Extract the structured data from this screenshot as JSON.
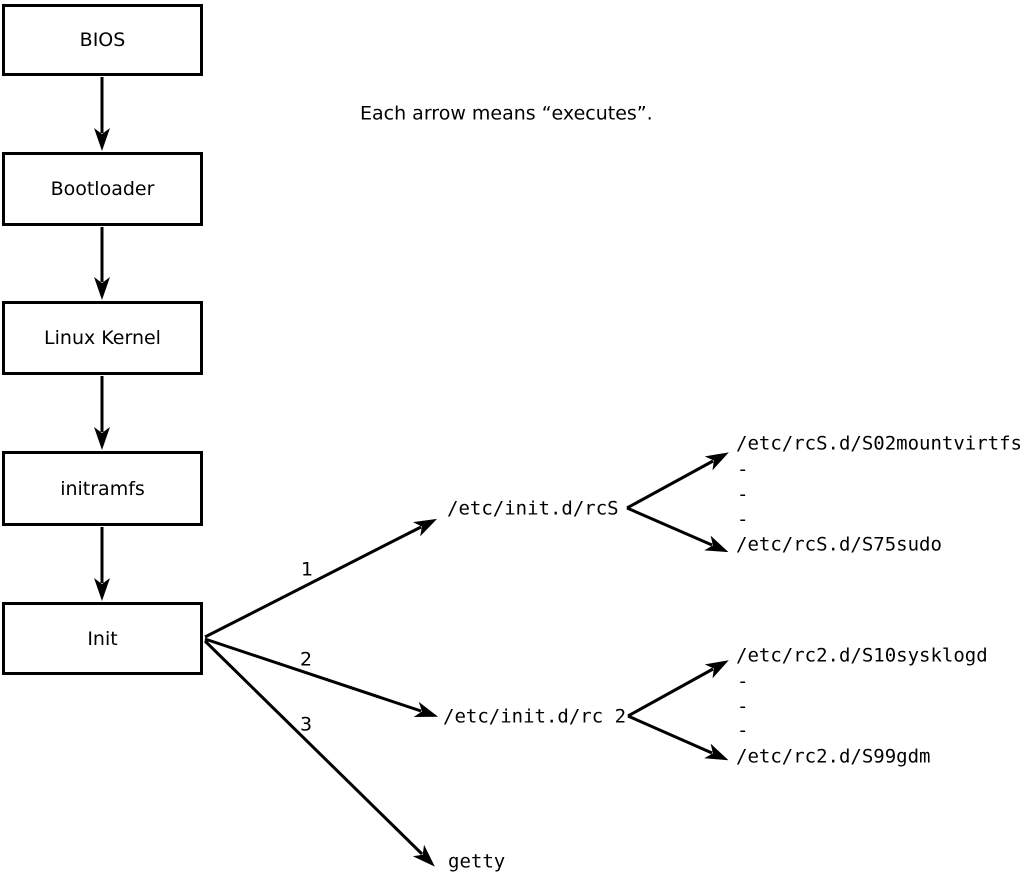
{
  "note": "Each arrow means “executes”.",
  "colors": {
    "ink": "#000000",
    "background": "#ffffff"
  },
  "boot_sequence": [
    {
      "label": "BIOS"
    },
    {
      "label": "Bootloader"
    },
    {
      "label": "Linux Kernel"
    },
    {
      "label": "initramfs"
    },
    {
      "label": "Init"
    }
  ],
  "init_children": [
    {
      "order": "1",
      "label": "/etc/init.d/rcS"
    },
    {
      "order": "2",
      "label": "/etc/init.d/rc 2"
    },
    {
      "order": "3",
      "label": "getty"
    }
  ],
  "rcS_children": [
    {
      "label": "/etc/rcS.d/S02mountvirtfs"
    },
    {
      "label": "-"
    },
    {
      "label": "-"
    },
    {
      "label": "-"
    },
    {
      "label": "/etc/rcS.d/S75sudo"
    }
  ],
  "rc2_children": [
    {
      "label": "/etc/rc2.d/S10sysklogd"
    },
    {
      "label": "-"
    },
    {
      "label": "-"
    },
    {
      "label": "-"
    },
    {
      "label": "/etc/rc2.d/S99gdm"
    }
  ]
}
